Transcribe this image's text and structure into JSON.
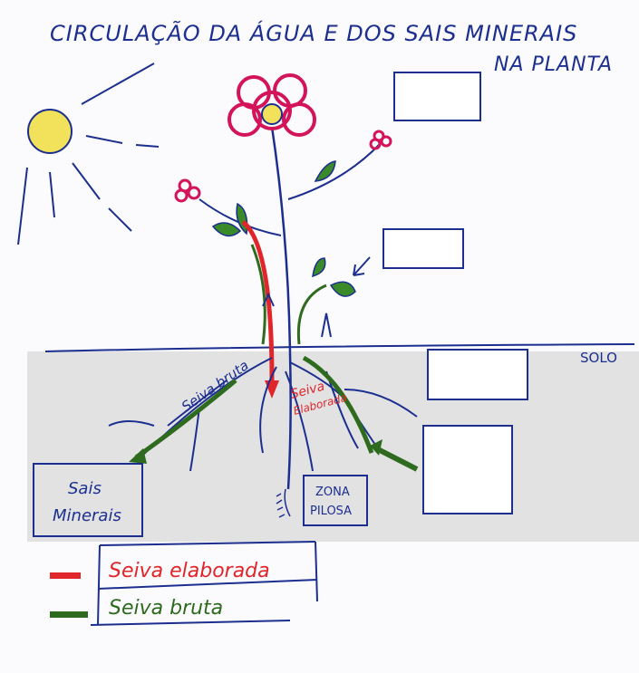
{
  "title_line1": "CIRCULAÇÃO DA ÁGUA E DOS SAIS MINERAIS",
  "title_line2": "NA PLANTA",
  "label_solo": "SOLO",
  "label_seiva_bruta_stem": "Seiva bruta",
  "label_seiva_elaborada_line1": "Seiva",
  "label_seiva_elaborada_line2": "Elaborada",
  "sais_minerais_line1": "Sais",
  "sais_minerais_line2": "Minerais",
  "zona_pilosa_line1": "ZONA",
  "zona_pilosa_line2": "PILOSA",
  "legend": {
    "red_label": "Seiva elaborada",
    "green_label": "Seiva bruta",
    "red_color": "#e0262b",
    "green_color": "#2f6b1e"
  },
  "colors": {
    "ink_blue": "#1c2f8f",
    "flower_pink": "#d4145a",
    "sun_yellow": "#f2e15a",
    "leaf_green": "#3a8a2a",
    "soil_gray": "#d9d9d9"
  }
}
